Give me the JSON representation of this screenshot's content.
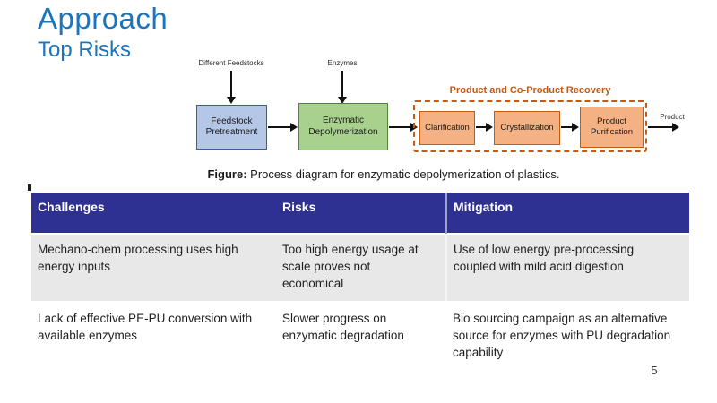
{
  "slide": {
    "title": "Approach",
    "subtitle": "Top Risks",
    "page_number": "5"
  },
  "diagram": {
    "inputs": {
      "feedstocks": "Different Feedstocks",
      "enzymes": "Enzymes"
    },
    "boxes": {
      "pretreatment": "Feedstock Pretreatment",
      "depolymerization": "Enzymatic Depolymerization",
      "clarification": "Clarification",
      "crystallization": "Crystallization",
      "purification": "Product Purification"
    },
    "recovery_group_label": "Product and Co-Product Recovery",
    "output_label": "Product",
    "colors": {
      "title_blue": "#1B75BC",
      "pretreatment_fill": "#B4C7E7",
      "pretreatment_border": "#3B5E92",
      "depolymerization_fill": "#A9D18E",
      "depolymerization_border": "#538135",
      "recovery_fill": "#F4B183",
      "recovery_border": "#C55A11",
      "table_header_bg": "#2E3191",
      "table_row_alt_bg": "#E8E8E8"
    }
  },
  "caption": {
    "prefix": "Figure:",
    "text": " Process diagram for enzymatic depolymerization of plastics."
  },
  "table": {
    "headers": [
      "Challenges",
      "Risks",
      "Mitigation"
    ],
    "rows": [
      [
        "Mechano-chem processing uses high energy inputs",
        "Too high energy usage at scale proves not economical",
        "Use of low energy pre-processing coupled with mild acid digestion"
      ],
      [
        "Lack of effective PE-PU conversion with available enzymes",
        "Slower progress on enzymatic degradation",
        "Bio sourcing campaign as an alternative source for enzymes with PU degradation capability"
      ]
    ]
  }
}
